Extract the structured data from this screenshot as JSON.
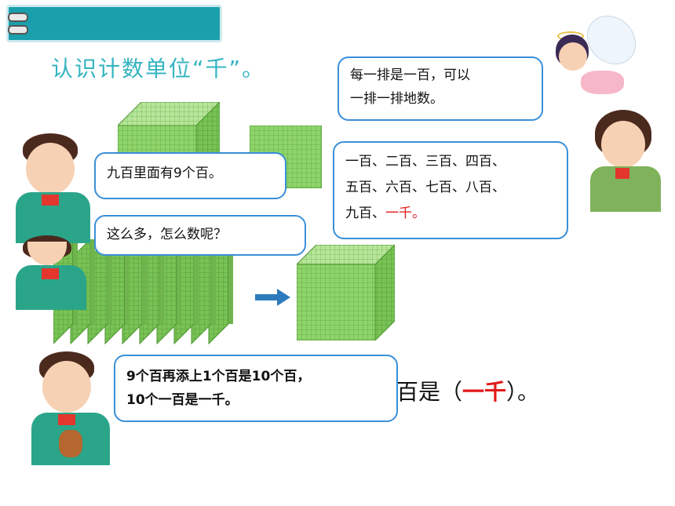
{
  "topic": "认识计数单位“千”。",
  "bubbles": {
    "angel": [
      "每一排是一百，可以",
      "一排一排地数。"
    ],
    "girl": [
      "一百、二百、三百、四百、",
      "五百、六百、七百、八百、"
    ],
    "girl_last_prefix": "九百、",
    "girl_last_red": "一千。",
    "boy1": "九百里面有9个百。",
    "boy2": "这么多，怎么数呢？",
    "boy3": [
      "9个百再添上1个百是10个百，",
      "10个一百是一千。"
    ]
  },
  "answer": {
    "prefix": "百是（",
    "value": "一千",
    "suffix": "）。"
  },
  "colors": {
    "title_bar": "#1aa0ad",
    "cube_green": "#8ed46b",
    "bubble_border": "#3a8fd8",
    "arrow": "#2d7bbd",
    "highlight_red": "#e21a1a"
  },
  "icons": [
    "binder-ring-icon",
    "arrow-right-icon"
  ]
}
